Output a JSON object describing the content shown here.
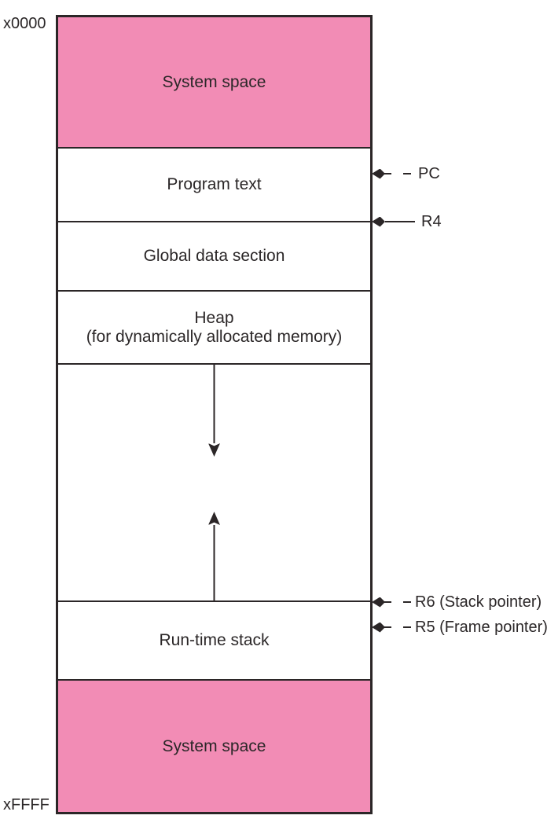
{
  "diagram": {
    "title": "memory-layout",
    "top_address": "x0000",
    "bottom_address": "xFFFF",
    "sections": [
      {
        "id": "system-space-top",
        "label": "System space",
        "fill": "pink"
      },
      {
        "id": "program-text",
        "label": "Program text",
        "fill": "white"
      },
      {
        "id": "global-data",
        "label": "Global data section",
        "fill": "white"
      },
      {
        "id": "heap",
        "label": "Heap",
        "sublabel": "(for dynamically allocated memory)",
        "fill": "white"
      },
      {
        "id": "free-space",
        "label": "",
        "fill": "white",
        "arrows": [
          "heap-grows-down",
          "stack-grows-up"
        ]
      },
      {
        "id": "run-time-stack",
        "label": "Run-time stack",
        "fill": "white"
      },
      {
        "id": "system-space-bottom",
        "label": "System space",
        "fill": "pink"
      }
    ],
    "pointers": [
      {
        "id": "pc",
        "label": "PC",
        "line_style": "dashed",
        "points_to": "program-text"
      },
      {
        "id": "r4",
        "label": "R4",
        "line_style": "solid",
        "points_to": "global-data-top"
      },
      {
        "id": "r6",
        "label": "R6 (Stack pointer)",
        "line_style": "dashed",
        "points_to": "run-time-stack-top"
      },
      {
        "id": "r5",
        "label": "R5 (Frame pointer)",
        "line_style": "dashed",
        "points_to": "run-time-stack"
      }
    ],
    "colors": {
      "pink": "#F28CB5",
      "line": "#2B2627",
      "text": "#2B2728"
    }
  }
}
